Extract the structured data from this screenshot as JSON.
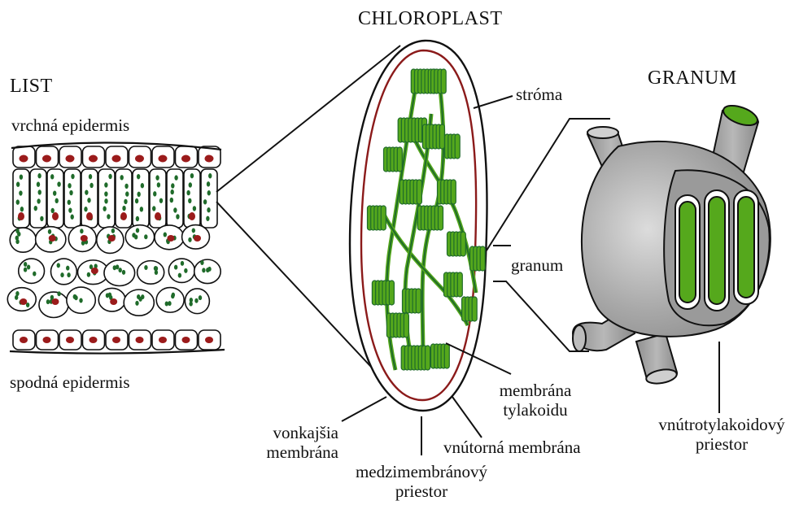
{
  "titles": {
    "leaf": "LIST",
    "chloroplast": "CHLOROPLAST",
    "granum": "GRANUM"
  },
  "leaf_labels": {
    "upper_epidermis": "vrchná epidermis",
    "lower_epidermis": "spodná epidermis"
  },
  "chloroplast_labels": {
    "stroma": "stróma",
    "granum": "granum",
    "thylakoid_membrane_1": "membrána",
    "thylakoid_membrane_2": "tylakoidu",
    "outer_membrane_1": "vonkajšia",
    "outer_membrane_2": "membrána",
    "inner_membrane": "vnútorná membrána",
    "intermembrane_space_1": "medzimembránový",
    "intermembrane_space_2": "priestor"
  },
  "granum_labels": {
    "thylakoid_space_1": "vnútrotylakoidový",
    "thylakoid_space_2": "priestor"
  },
  "colors": {
    "chlorophyll_green": "#55a81c",
    "chloroplast_dark_green": "#1f6b2a",
    "nucleus_red": "#9b1b1b",
    "inner_membrane_red": "#8b1a1a",
    "granum_gray": "#9c9c9c",
    "outline": "#111111"
  }
}
